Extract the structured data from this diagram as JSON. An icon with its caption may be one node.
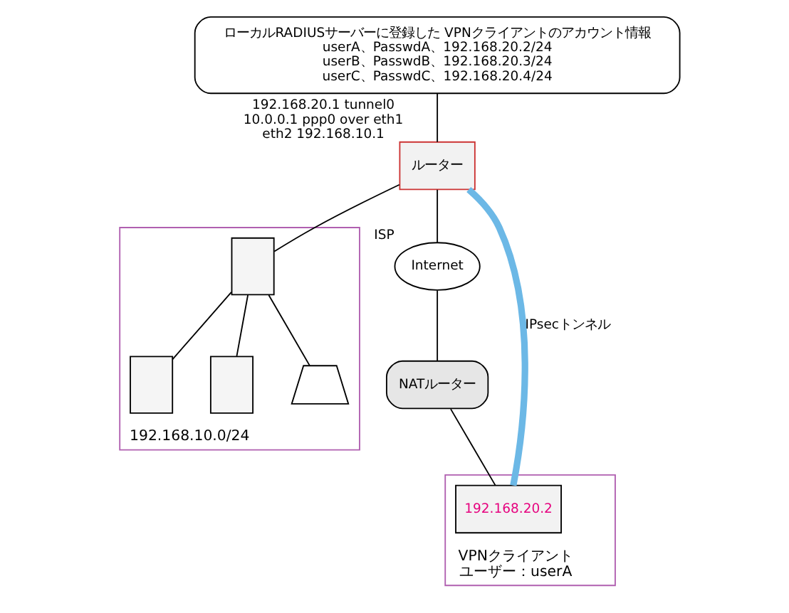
{
  "diagram": {
    "nodes": [
      {
        "text": [
          "Internet"
        ],
        "beside": [
          "ISP"
        ]
      },
      {
        "text": [
          "NATルーター"
        ]
      },
      {
        "text": [
          "VPNクライアント",
          "ユーザー：userA"
        ]
      },
      {
        "text": [
          "192.168.20.2"
        ],
        "in": 2
      },
      {
        "text": [
          "ルーター"
        ],
        "beside": [
          "192.168.20.1 tunnel0",
          "10.0.0.1 ppp0 over eth1",
          "eth2 192.168.10.1"
        ]
      },
      {
        "text": [
          "192.168.10.0/24"
        ]
      },
      {
        "text": [],
        "shape": "box",
        "in": 5
      },
      {
        "text": [],
        "shape": "box",
        "in": 5
      },
      {
        "text": [],
        "shape": "box",
        "in": 5
      },
      {
        "text": [],
        "shape": "laptop",
        "in": 5
      },
      {
        "text": [
          "ローカルRADIUSサーバーに登録した VPNクライアントのアカウント情報",
          "userA、PasswdA、192.168.20.2/24",
          "userB、PasswdB、192.168.20.3/24",
          "userC、PasswdC、192.168.20.4/24"
        ]
      }
    ],
    "edges": [
      {
        "from": 4,
        "to": 3,
        "arrow": "none",
        "label": "IPsecトンネル",
        "style": "thick",
        "color": "#6cb8e6"
      },
      {
        "from": 4,
        "to": 0,
        "arrow": "none"
      },
      {
        "from": 0,
        "to": 1,
        "arrow": "none"
      },
      {
        "from": 1,
        "to": 3,
        "arrow": "none"
      },
      {
        "from": 4,
        "to": 6,
        "arrow": "none"
      },
      {
        "from": 6,
        "to": 7,
        "arrow": "none"
      },
      {
        "from": 6,
        "to": 8,
        "arrow": "none"
      },
      {
        "from": 6,
        "to": 9,
        "arrow": "none"
      },
      {
        "from": 10,
        "to": 4,
        "arrow": "none"
      }
    ]
  }
}
